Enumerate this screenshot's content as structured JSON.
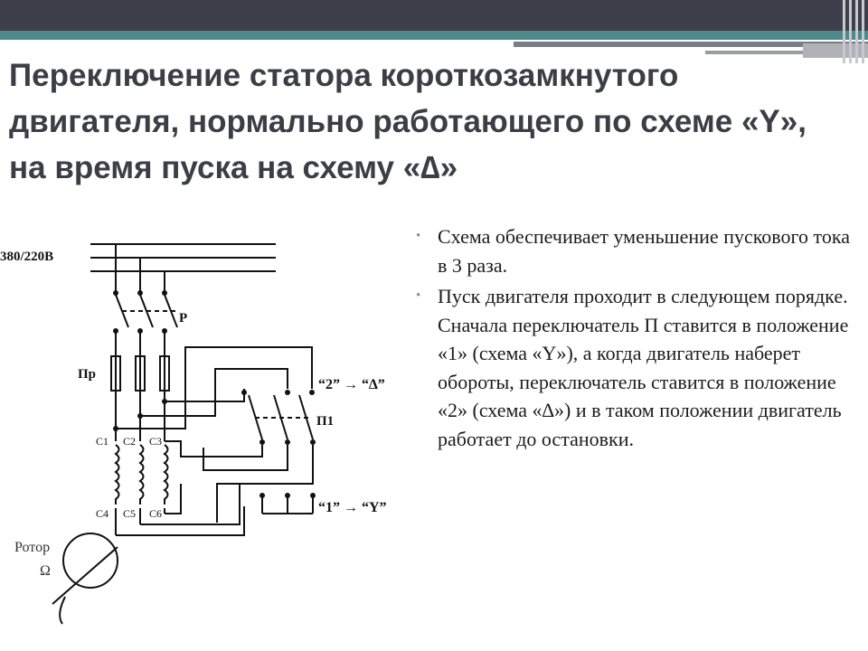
{
  "slide": {
    "title": "Переключение статора короткозамкнутого двигателя, нормально работающего по схеме «Y», на время пуска на схему «∆»",
    "bullets": [
      "Схема обеспечивает уменьшение пускового тока в 3 раза.",
      "Пуск двигателя проходит в следующем порядке. Сначала переключатель П ставится в положение «1» (схема «Y»), а когда двигатель наберет обороты, переключатель ставится в положение «2» (схема «∆») и в таком положении двигатель работает до остановки."
    ]
  },
  "diagram": {
    "supply_label": "380/220В",
    "switch_label": "Р",
    "fuse_label": "Пр",
    "terminals_top": [
      "С1",
      "С2",
      "С3"
    ],
    "terminals_bottom": [
      "С4",
      "С5",
      "С6"
    ],
    "changeover_label": "П1",
    "position_2_label": "“2” → “∆”",
    "position_1_label": "“1” → “Y”",
    "rotor_label": "Ротор",
    "rotor_symbol": "Ω"
  }
}
